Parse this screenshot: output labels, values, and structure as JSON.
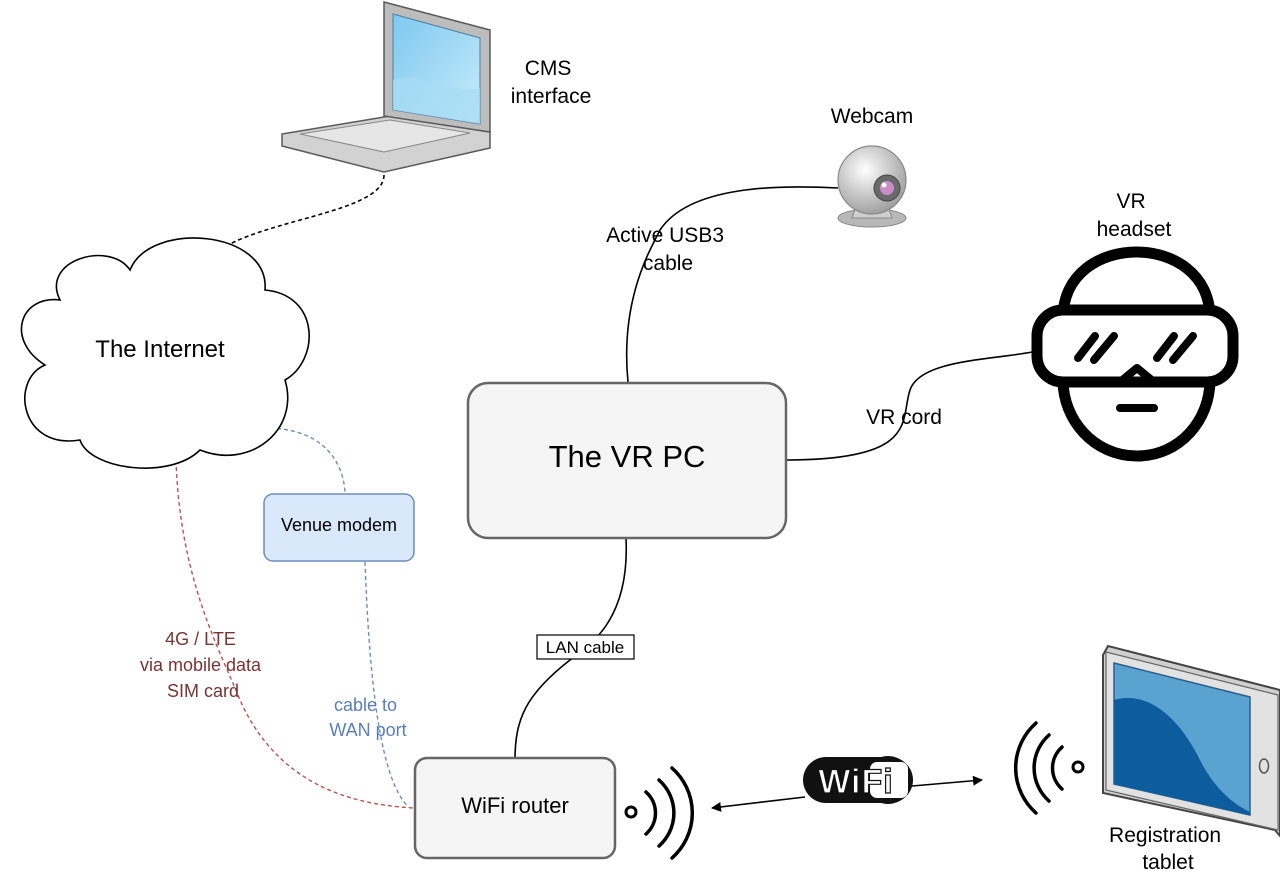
{
  "labels": {
    "cms_line1": "CMS",
    "cms_line2": "interface",
    "webcam": "Webcam",
    "vr_headset_line1": "VR",
    "vr_headset_line2": "headset",
    "internet": "The Internet",
    "usb_line1": "Active USB3",
    "usb_line2": "cable",
    "vr_pc": "The VR PC",
    "vr_cord": "VR cord",
    "venue_modem": "Venue modem",
    "lan_cable": "LAN cable",
    "lte_line1": "4G / LTE",
    "lte_line2": "via mobile data",
    "lte_line3": "SIM card",
    "wan_line1": "cable to",
    "wan_line2": "WAN port",
    "wifi_router": "WiFi router",
    "wifi_logo": "WiFi",
    "tablet_line1": "Registration",
    "tablet_line2": "tablet"
  },
  "colors": {
    "lte_link": "#b85450",
    "lte_text": "#7a3333",
    "wan_link": "#6c8ebf",
    "wan_text": "#5a7fb5",
    "modem_fill": "#dae8fc",
    "modem_stroke": "#6c8ebf",
    "box_fill": "#f5f5f5",
    "box_stroke": "#666666",
    "wifi_logo_fill": "#111111"
  }
}
